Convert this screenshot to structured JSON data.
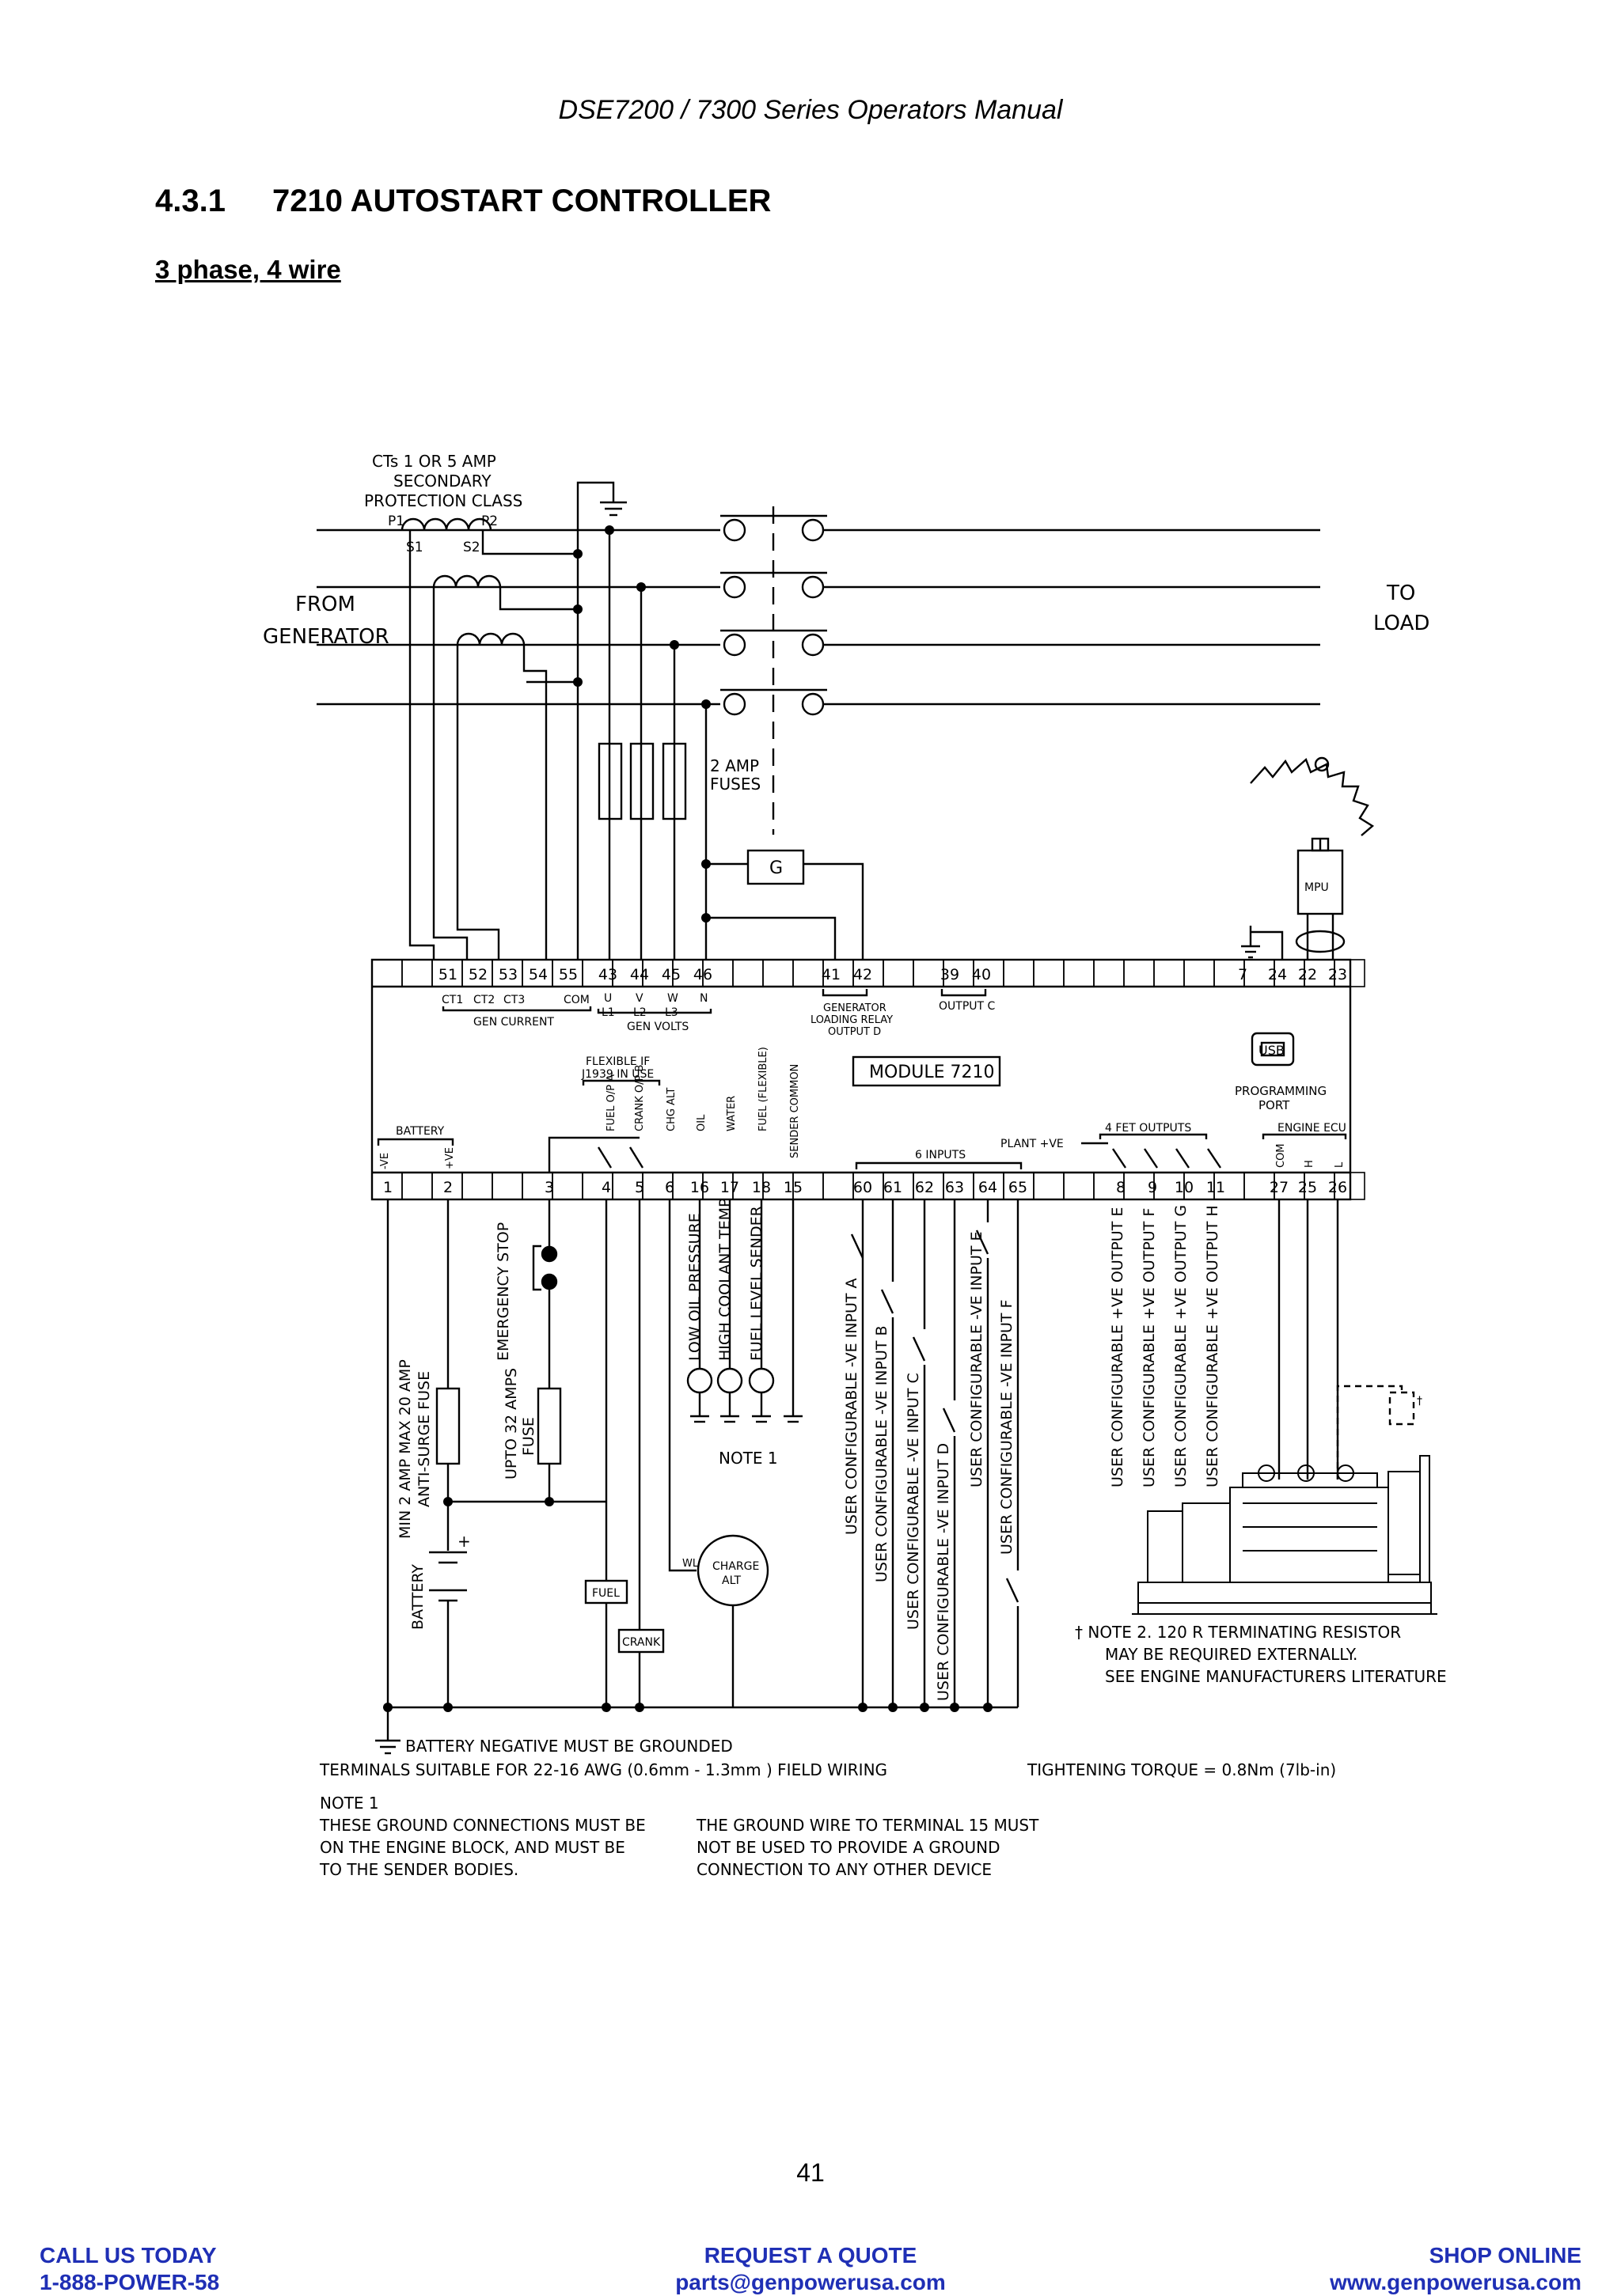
{
  "page": {
    "header": "DSE7200 / 7300 Series Operators Manual",
    "section_number": "4.3.1",
    "section_title": "7210 AUTOSTART CONTROLLER",
    "subtitle": "3 phase, 4 wire",
    "page_number": "41"
  },
  "footer": {
    "left_line1": "CALL US TODAY",
    "left_line2": "1-888-POWER-58",
    "center_line1": "REQUEST A QUOTE",
    "center_line2": "parts@genpowerusa.com",
    "right_line1": "SHOP ONLINE",
    "right_line2": "www.genpowerusa.com",
    "color": "#1f2fb5"
  },
  "diagram": {
    "ct_note": [
      "CTs 1 OR 5 AMP",
      "SECONDARY",
      "PROTECTION CLASS"
    ],
    "ct_terms": [
      "P1",
      "P2",
      "S1",
      "S2"
    ],
    "from_generator": [
      "FROM",
      "GENERATOR"
    ],
    "to_load": [
      "TO",
      "LOAD"
    ],
    "fuses_note": [
      "2 AMP",
      "FUSES"
    ],
    "g_box": "G",
    "mpu": "MPU",
    "module_label": "MODULE 7210",
    "usb": "USB",
    "programming_port": [
      "PROGRAMMING",
      "PORT"
    ],
    "top_terminals": [
      "51",
      "52",
      "53",
      "54",
      "55",
      "43",
      "44",
      "45",
      "46",
      "41",
      "42",
      "39",
      "40",
      "7",
      "24",
      "22",
      "23"
    ],
    "bottom_terminals": [
      "1",
      "2",
      "3",
      "4",
      "5",
      "6",
      "16",
      "17",
      "18",
      "15",
      "60",
      "61",
      "62",
      "63",
      "64",
      "65",
      "8",
      "9",
      "10",
      "11",
      "27",
      "25",
      "26"
    ],
    "top_labels": {
      "ct_names": [
        "CT1",
        "CT2",
        "CT3",
        "COM"
      ],
      "gen_current": "GEN CURRENT",
      "volt_names": [
        "U",
        "V",
        "W",
        "N"
      ],
      "l_names": [
        "L1",
        "L2",
        "L3"
      ],
      "gen_volts": "GEN VOLTS",
      "output_d": [
        "GENERATOR",
        "LOADING RELAY",
        "OUTPUT D"
      ],
      "output_c": "OUTPUT C"
    },
    "bottom_labels": {
      "battery": "BATTERY",
      "neg": "-VE",
      "pos": "+VE",
      "flexible": [
        "FLEXIBLE IF",
        "J1939 IN USE"
      ],
      "vertical": [
        "FUEL O/P A",
        "CRANK O/P B",
        "CHG ALT",
        "OIL",
        "WATER",
        "FUEL (FLEXIBLE)",
        "SENDER COMMON"
      ],
      "six_inputs": "6 INPUTS",
      "plant_ve": "PLANT +VE",
      "fet_outputs": "4 FET OUTPUTS",
      "engine_ecu": "ENGINE ECU",
      "ecu_pins": [
        "COM",
        "H",
        "L"
      ]
    },
    "field_labels": {
      "battery_fuse": [
        "MIN 2 AMP MAX 20 AMP",
        "ANTI-SURGE FUSE"
      ],
      "stop_fuse": [
        "UPTO 32 AMPS",
        "FUSE"
      ],
      "emergency_stop": "EMERGENCY STOP",
      "battery": "BATTERY",
      "fuel": "FUEL",
      "crank": "CRANK",
      "wl": "WL",
      "charge_alt": [
        "CHARGE",
        "ALT"
      ],
      "senders": [
        "LOW OIL PRESSURE",
        "HIGH COOLANT TEMP",
        "FUEL LEVEL SENDER"
      ],
      "note1_label": "NOTE 1",
      "inputs": [
        "USER CONFIGURABLE -VE INPUT A",
        "USER CONFIGURABLE -VE INPUT B",
        "USER CONFIGURABLE -VE INPUT C",
        "USER CONFIGURABLE -VE INPUT D",
        "USER CONFIGURABLE -VE INPUT E",
        "USER CONFIGURABLE -VE INPUT F"
      ],
      "outputs": [
        "USER CONFIGURABLE +VE OUTPUT E",
        "USER CONFIGURABLE +VE OUTPUT F",
        "USER CONFIGURABLE +VE OUTPUT G",
        "USER CONFIGURABLE +VE OUTPUT H"
      ],
      "resistor_mark": "†"
    },
    "notes": {
      "note2": [
        "† NOTE 2. 120 R TERMINATING RESISTOR",
        "MAY BE REQUIRED EXTERNALLY.",
        "SEE ENGINE MANUFACTURERS LITERATURE"
      ],
      "battery_ground": "BATTERY NEGATIVE MUST BE GROUNDED",
      "terminals": "TERMINALS SUITABLE FOR 22-16 AWG (0.6mm - 1.3mm ) FIELD WIRING",
      "torque": "TIGHTENING TORQUE = 0.8Nm (7lb-in)",
      "note1_title": "NOTE 1",
      "note1_lines": [
        "THESE GROUND CONNECTIONS MUST BE",
        "ON THE ENGINE BLOCK, AND MUST BE",
        "TO THE SENDER BODIES."
      ],
      "note_ground_lines": [
        "THE GROUND WIRE TO TERMINAL 15 MUST",
        "NOT BE USED TO PROVIDE A GROUND",
        "CONNECTION TO ANY OTHER DEVICE"
      ]
    }
  }
}
